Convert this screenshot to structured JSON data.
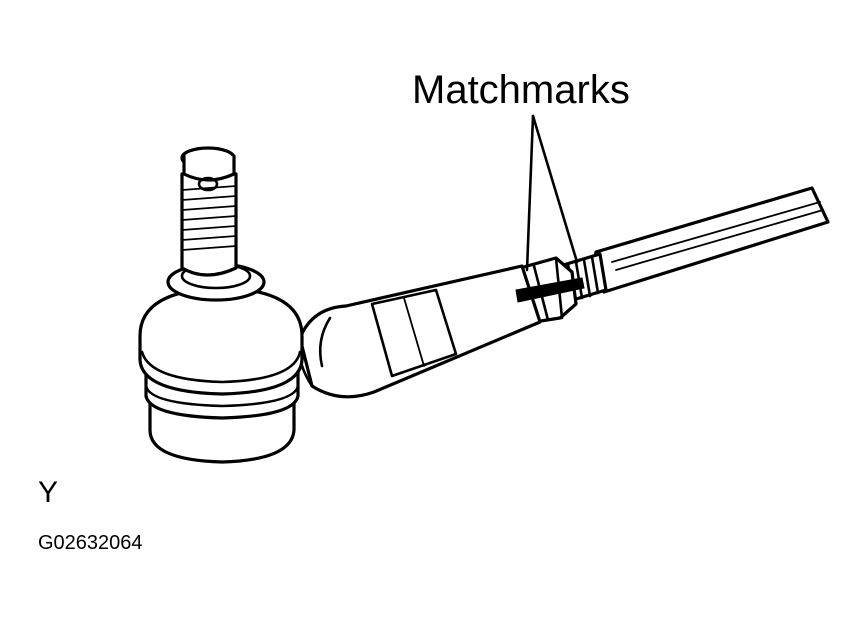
{
  "callout": {
    "label": "Matchmarks"
  },
  "view_label": "Y",
  "figure_code": "G02632064",
  "colors": {
    "ink": "#000000",
    "background": "#ffffff"
  }
}
